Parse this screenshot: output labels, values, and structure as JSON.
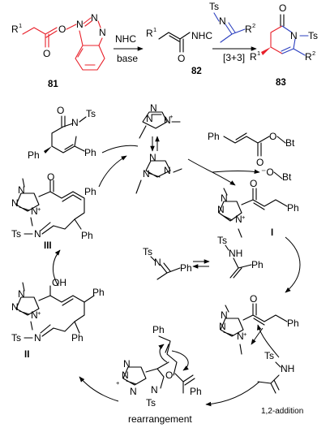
{
  "top": {
    "r1": "R",
    "r1_sup": "1",
    "o_ester": "O",
    "o_carbonyl": "O",
    "n1": "N",
    "n2": "N",
    "n3": "N",
    "cmpd81": "81",
    "reagent_nhc": "NHC",
    "reagent_base": "base",
    "nhc_group": "NHC",
    "cmpd82": "82",
    "o_82": "O",
    "imine_ts": "Ts",
    "imine_n": "N",
    "r2": "R",
    "r2_sup": "2",
    "cycloadd": "[3+3]",
    "o_83": "O",
    "n_83": "N",
    "ts_83": "Ts",
    "r1_83": "R",
    "r2_83": "R",
    "cmpd83": "83"
  },
  "cycle": {
    "product_o": "O",
    "product_n": "N",
    "product_ts": "Ts",
    "product_ph1": "Ph",
    "product_ph2": "Ph",
    "carbene_n1": "N",
    "carbene_n2": "N",
    "carbene_n3": "N",
    "carbene_plus": "+",
    "ylide_n1": "N",
    "ylide_n2": "N",
    "ylide_n3": "N",
    "acyl_ph": "Ph",
    "acyl_o1": "O",
    "acyl_o2": "O",
    "acyl_bt": "Bt",
    "leaving_o": "⁻O",
    "leaving_bt": "Bt",
    "int1_o": "O",
    "int1_ph": "Ph",
    "int1_label": "I",
    "int1_n1": "N",
    "int1_n2": "N",
    "int1_n3": "N",
    "int1_plus": "+",
    "ene_ts": "Ts",
    "ene_nh": "NH",
    "ene_ph": "Ph",
    "imine_ts": "Ts",
    "imine_n": "N",
    "imine_ph": "Ph",
    "int3_o": "O",
    "int3_ph1": "Ph",
    "int3_ph2": "Ph",
    "int3_tsn": "Ts",
    "int3_n": "N",
    "int3_label": "III",
    "int2_oh": "OH",
    "int2_ph1": "Ph",
    "int2_ph2": "Ph",
    "int2_tsn": "Ts",
    "int2_n": "N",
    "int2_label": "II",
    "right_o": "O",
    "right_ph": "Ph",
    "right_ts": "Ts",
    "right_nh": "NH",
    "add12": "1,2-addition",
    "rearr_ph": "Ph",
    "rearr_o": "O",
    "rearr_n": "N",
    "rearr_ts": "Ts",
    "rearr_ph2": "Ph",
    "rearr_n1": "N",
    "rearr_n2": "N",
    "rearr_n3": "N",
    "rearr_plus": "+",
    "rearr_label": "rearrangement"
  },
  "colors": {
    "red": "#e8202a",
    "blue": "#2b3fbf"
  }
}
